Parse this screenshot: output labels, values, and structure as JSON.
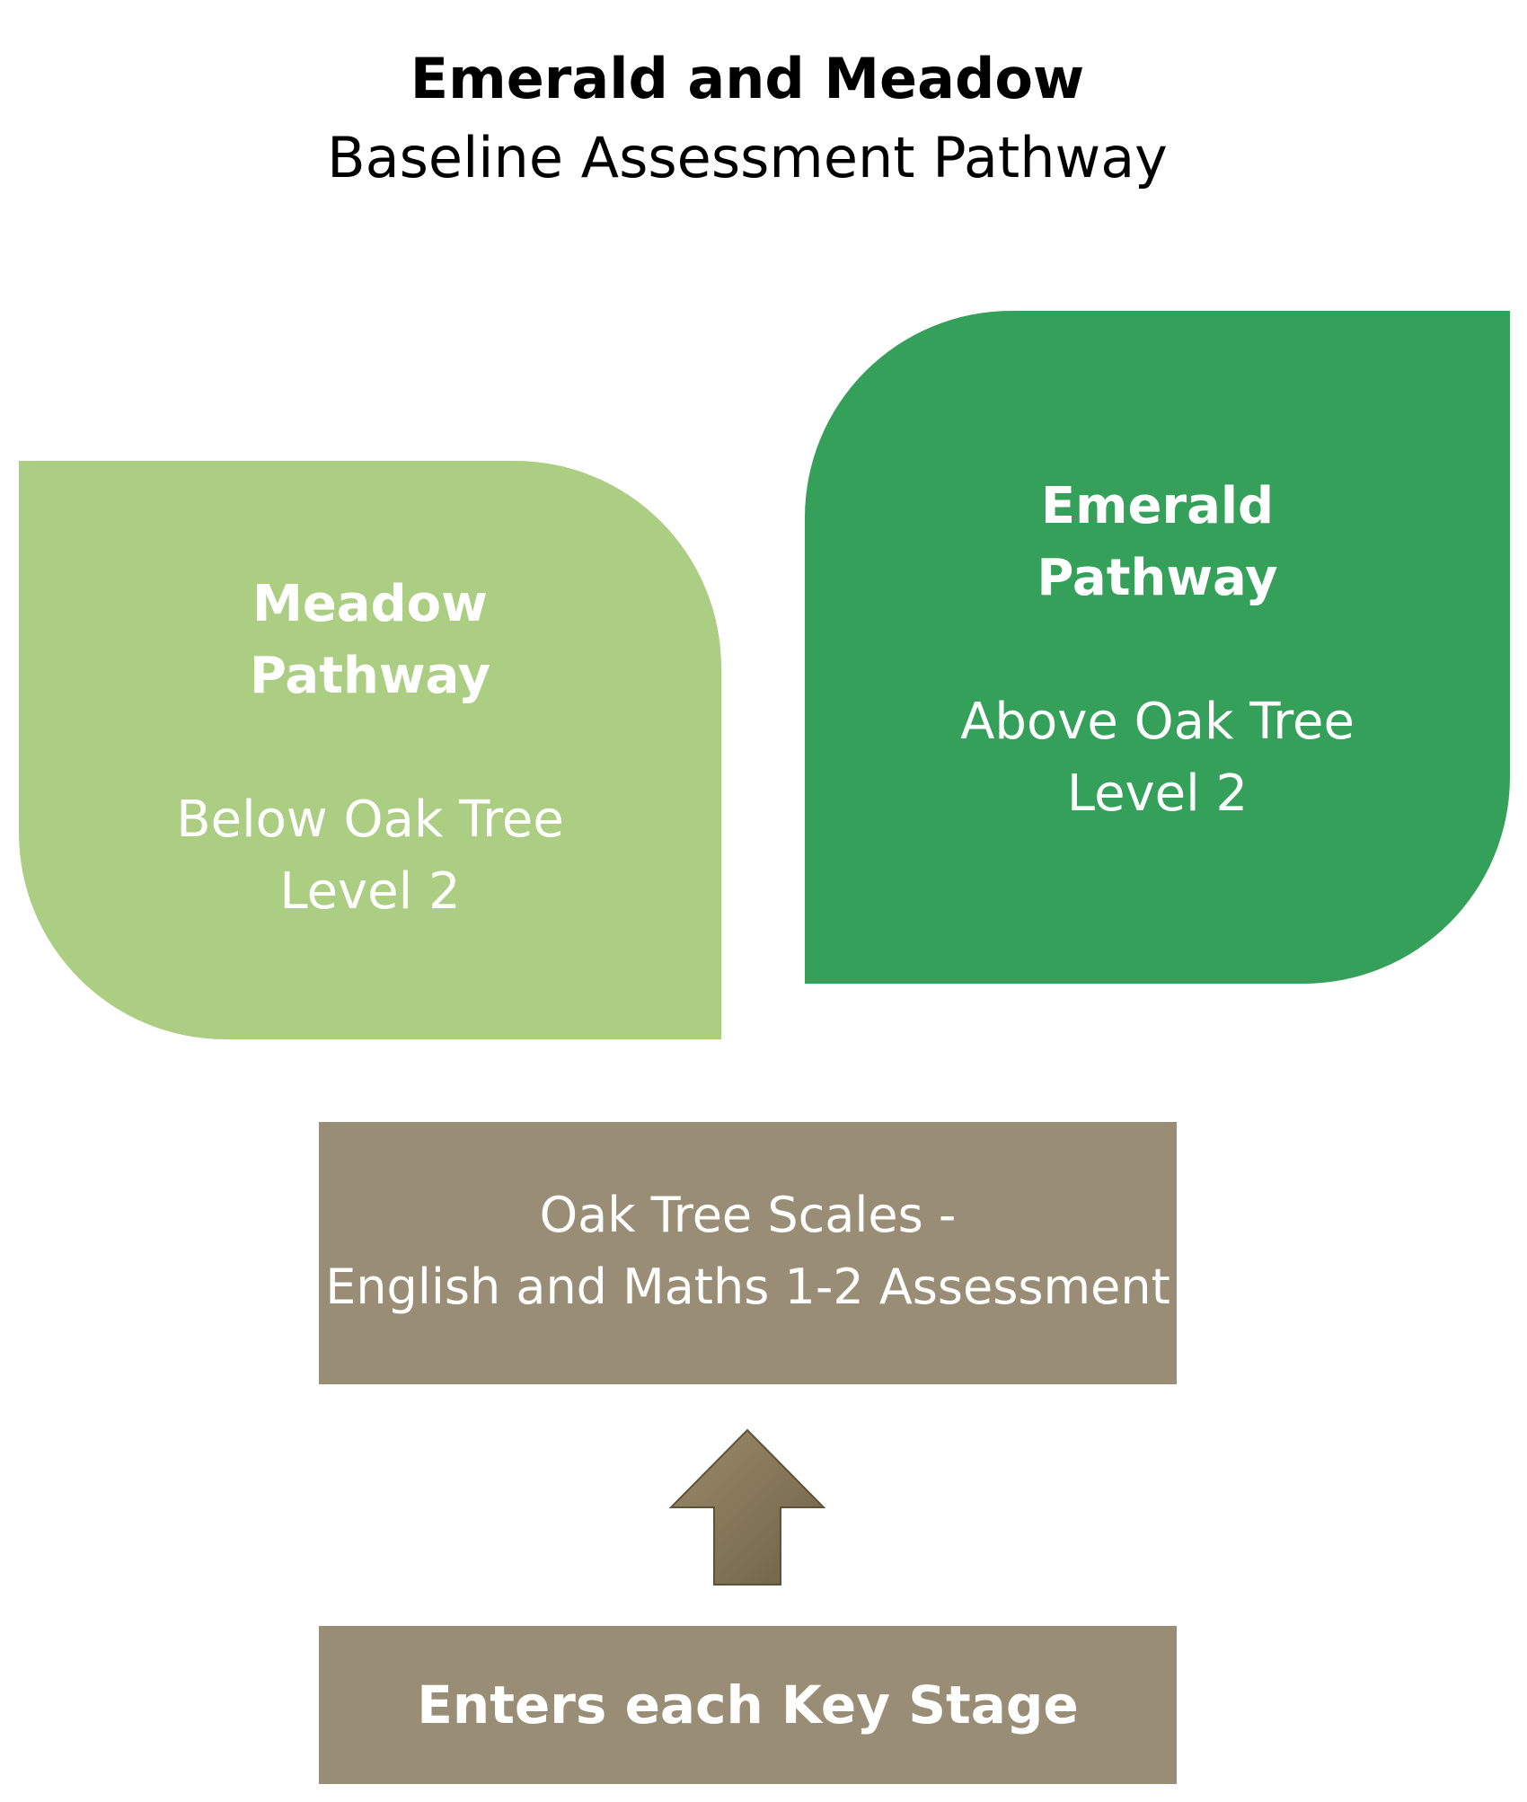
{
  "title": {
    "main": "Emerald and Meadow",
    "sub": "Baseline Assessment Pathway"
  },
  "meadow": {
    "heading": "Meadow\nPathway",
    "desc": "Below Oak Tree\nLevel 2",
    "color": "#acce83"
  },
  "emerald": {
    "heading": "Emerald\nPathway",
    "desc": "Above Oak Tree\nLevel 2",
    "color": "#34a059"
  },
  "scales_box": {
    "text": "Oak Tree Scales -\nEnglish and Maths 1-2 Assessment",
    "color": "#9a8d76"
  },
  "entry_box": {
    "text": "Enters each Key Stage",
    "color": "#9a8d76"
  },
  "arrow": {
    "icon": "up-arrow-icon",
    "color": "#8a7b5c"
  }
}
